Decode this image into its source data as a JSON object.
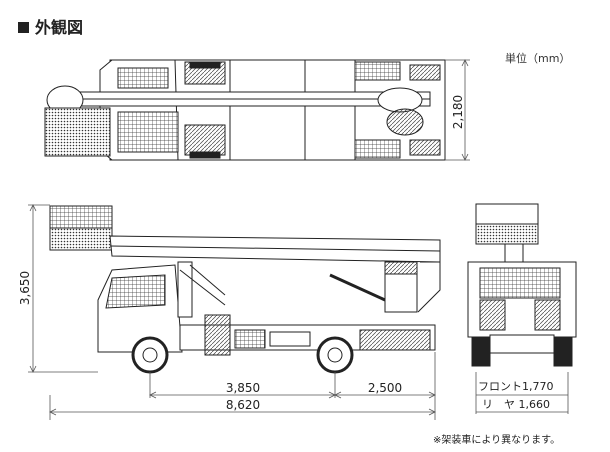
{
  "title": "外観図",
  "unit_label": "単位（mm）",
  "note": "※架装車により異なります。",
  "dimensions": {
    "top_width": "2,180",
    "side_height": "3,650",
    "wheelbase": "3,850",
    "rear_overhang": "2,500",
    "overall_length": "8,620",
    "front_track": "フロント1,770",
    "rear_track": "リ　ヤ 1,660"
  }
}
